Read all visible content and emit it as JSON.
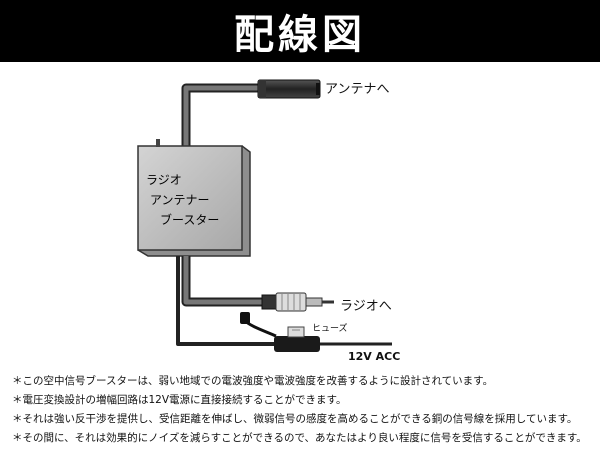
{
  "header": {
    "title": "配線図"
  },
  "diagram": {
    "box_lines": [
      "ラジオ",
      "アンテナー",
      "ブースター"
    ],
    "antenna_label": "アンテナへ",
    "radio_label": "ラジオへ",
    "fuse_label": "ヒューズ",
    "power_label": "12V ACC"
  },
  "notes": [
    "＊この空中信号ブースターは、弱い地域での電波強度や電波強度を改善するように設計されています。",
    "＊電圧変換設計の増幅回路は12V電源に直接接続することができます。",
    "＊それは強い反干渉を提供し、受信距離を伸ばし、微弱信号の感度を高めることができる銅の信号線を採用しています。",
    "＊その間に、それは効果的にノイズを減らすことができるので、あなたはより良い程度に信号を受信することができます。"
  ]
}
